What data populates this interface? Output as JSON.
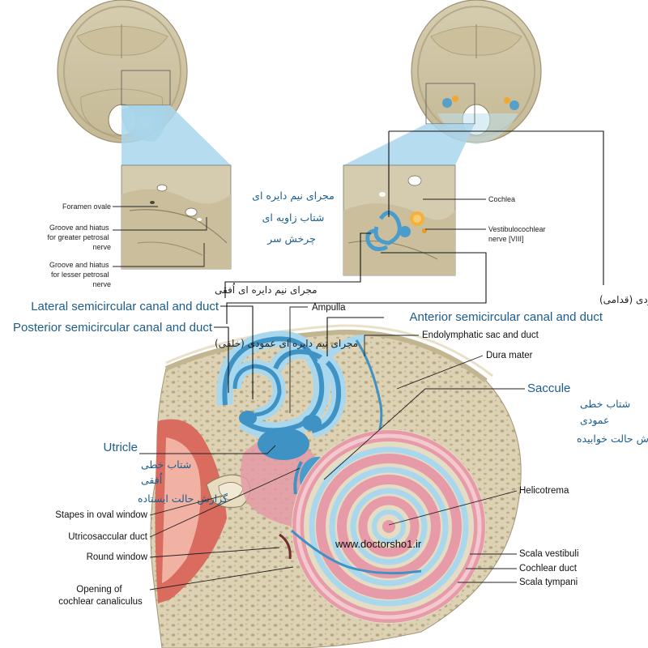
{
  "top_left": {
    "labels": [
      {
        "id": "foramen-ovale",
        "lines": [
          "Foramen ovale"
        ]
      },
      {
        "id": "groove-greater",
        "lines": [
          "Groove and hiatus",
          "for greater petrosal",
          "nerve"
        ]
      },
      {
        "id": "groove-lesser",
        "lines": [
          "Groove and hiatus",
          "for lesser petrosal",
          "nerve"
        ]
      }
    ]
  },
  "center_persian": [
    "مجرای نیم دایره ای",
    "شتاب زاویه ای",
    "چرخش سر"
  ],
  "top_right": {
    "labels": [
      {
        "id": "cochlea",
        "lines": [
          "Cochlea"
        ]
      },
      {
        "id": "vestibulocochlear-nerve",
        "lines": [
          "Vestibulocochlear",
          "nerve [VIII]"
        ]
      }
    ]
  },
  "main": {
    "lateral_fa": "مجرای نیم دایره ای اُفقی",
    "lateral": "Lateral semicircular canal and duct",
    "posterior": "Posterior semicircular canal and duct",
    "posterior_fa": "مجرای نیم دایره ای عمودی (خلفی)",
    "anterior_fa": "مجرای نیم دایره ای عمودی (قدامی)",
    "anterior": "Anterior semicircular canal and duct",
    "ampulla": "Ampulla",
    "endolymphatic": "Endolymphatic sac and duct",
    "dura": "Dura mater",
    "saccule": "Saccule",
    "saccule_fa": [
      "شتاب خطی",
      "عمودی",
      "گزارش حالت خوابیده"
    ],
    "utricle": "Utricle",
    "utricle_fa": [
      "شتاب خطی",
      "اُفقی",
      "گزارش حالت ایستاده"
    ],
    "stapes": "Stapes in oval window",
    "utricosaccular": "Utricosaccular duct",
    "round_window": "Round window",
    "opening": [
      "Opening of",
      "cochlear canaliculus"
    ],
    "helicotrema": "Helicotrema",
    "scala_vestibuli": "Scala vestibuli",
    "cochlear_duct": "Cochlear duct",
    "scala_tympani": "Scala tympani",
    "website": "www.doctorsho1.ir"
  },
  "colors": {
    "bone": "#d9ceae",
    "bone_dark": "#b9ac8a",
    "blue_fluid": "#4a9ccc",
    "blue_light": "#a9d8ee",
    "pink": "#e89aa8",
    "callout_blue": "#1b5d8f"
  }
}
